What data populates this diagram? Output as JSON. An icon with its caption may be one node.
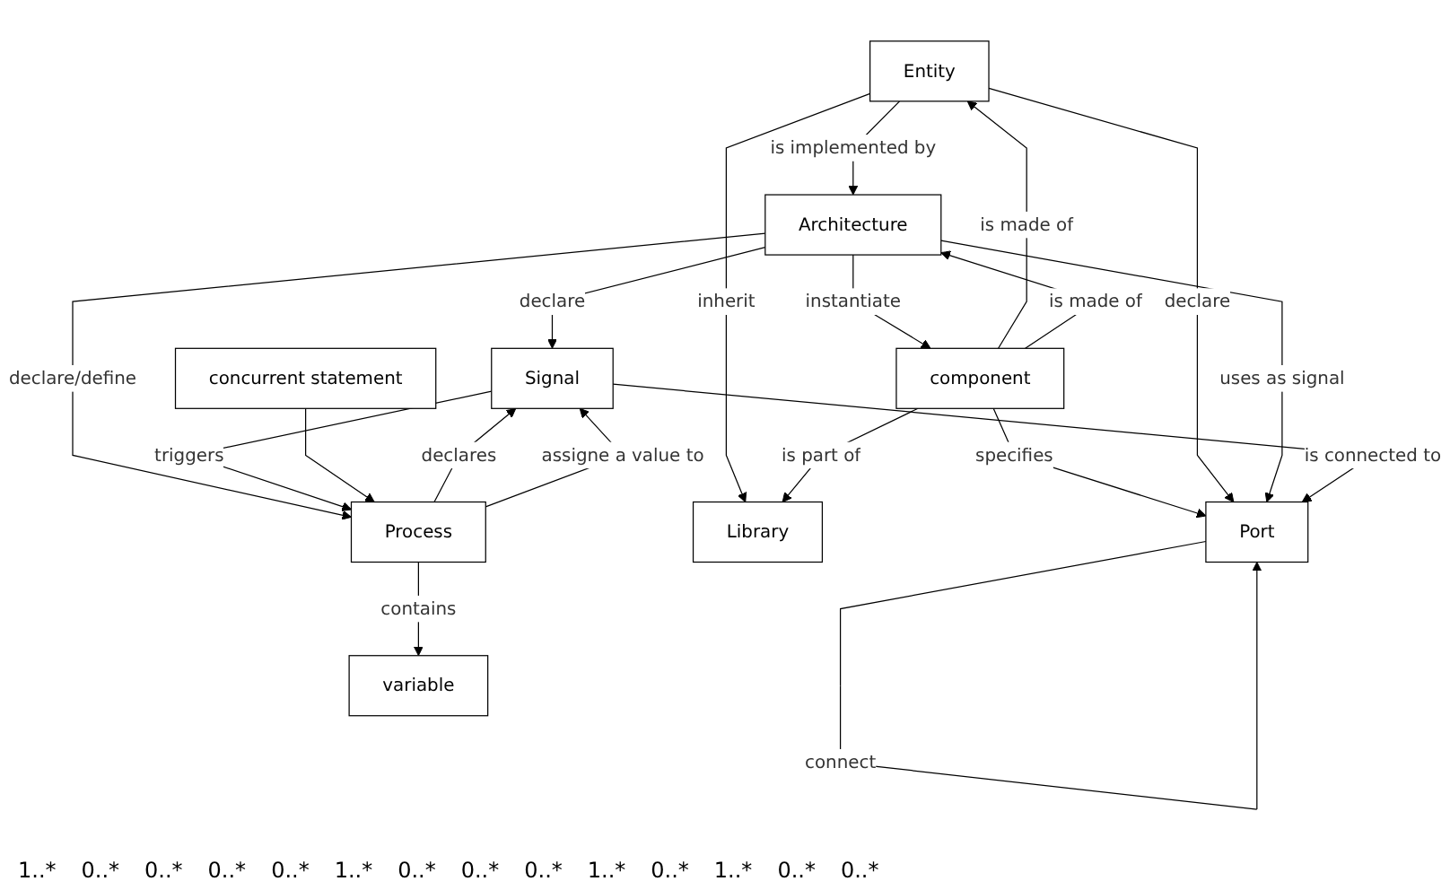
{
  "diagram": {
    "nodes": [
      {
        "text": [
          "Entity"
        ]
      },
      {
        "text": [
          "Library"
        ]
      },
      {
        "text": [
          "Port"
        ]
      },
      {
        "text": [
          "Architecture"
        ]
      },
      {
        "text": [
          "component"
        ]
      },
      {
        "text": [
          "concurrent statement"
        ]
      },
      {
        "text": [
          "Signal"
        ]
      },
      {
        "text": [
          "Process"
        ]
      },
      {
        "text": [
          "variable"
        ]
      }
    ],
    "edges": [
      {
        "from": 2,
        "to": 2,
        "arrow": "to",
        "label": "connect"
      },
      {
        "from": 4,
        "to": 2,
        "arrow": "to",
        "label": "specifies"
      },
      {
        "from": 0,
        "to": 2,
        "arrow": "to",
        "label": "declare"
      },
      {
        "from": 0,
        "to": 1,
        "arrow": "to",
        "label": "inherit"
      },
      {
        "from": 4,
        "to": 0,
        "arrow": "to",
        "label": "is made of"
      },
      {
        "from": 0,
        "to": 3,
        "arrow": "to",
        "label": "is implemented by"
      },
      {
        "from": 3,
        "to": 2,
        "arrow": "to",
        "label": "uses as signal"
      },
      {
        "from": 4,
        "to": 3,
        "arrow": "to",
        "label": "is made of"
      },
      {
        "from": 4,
        "to": 1,
        "arrow": "to",
        "label": "is part of"
      },
      {
        "from": 3,
        "to": 4,
        "arrow": "to",
        "label": "instantiate"
      },
      {
        "from": 6,
        "to": 2,
        "arrow": "to",
        "label": "is connected to"
      },
      {
        "from": 3,
        "to": 6,
        "arrow": "to",
        "label": "declare"
      },
      {
        "from": 3,
        "to": 7,
        "arrow": "to",
        "label": "declare/define"
      },
      {
        "from": 7,
        "to": 6,
        "arrow": "to",
        "label": "declares"
      },
      {
        "from": 6,
        "to": 7,
        "arrow": "to",
        "label": "triggers"
      },
      {
        "from": 7,
        "to": 6,
        "arrow": "to",
        "label": "assigne a value to"
      },
      {
        "from": 5,
        "to": 7,
        "arrow": "to"
      },
      {
        "from": 7,
        "to": 8,
        "arrow": "to",
        "label": "contains"
      }
    ],
    "labels": [
      "1..*",
      "0..*",
      "0..*",
      "0..*",
      "0..*",
      "1..*",
      "0..*",
      "0..*",
      "0..*",
      "1..*",
      "0..*",
      "1..*",
      "0..*",
      "0..*"
    ]
  }
}
